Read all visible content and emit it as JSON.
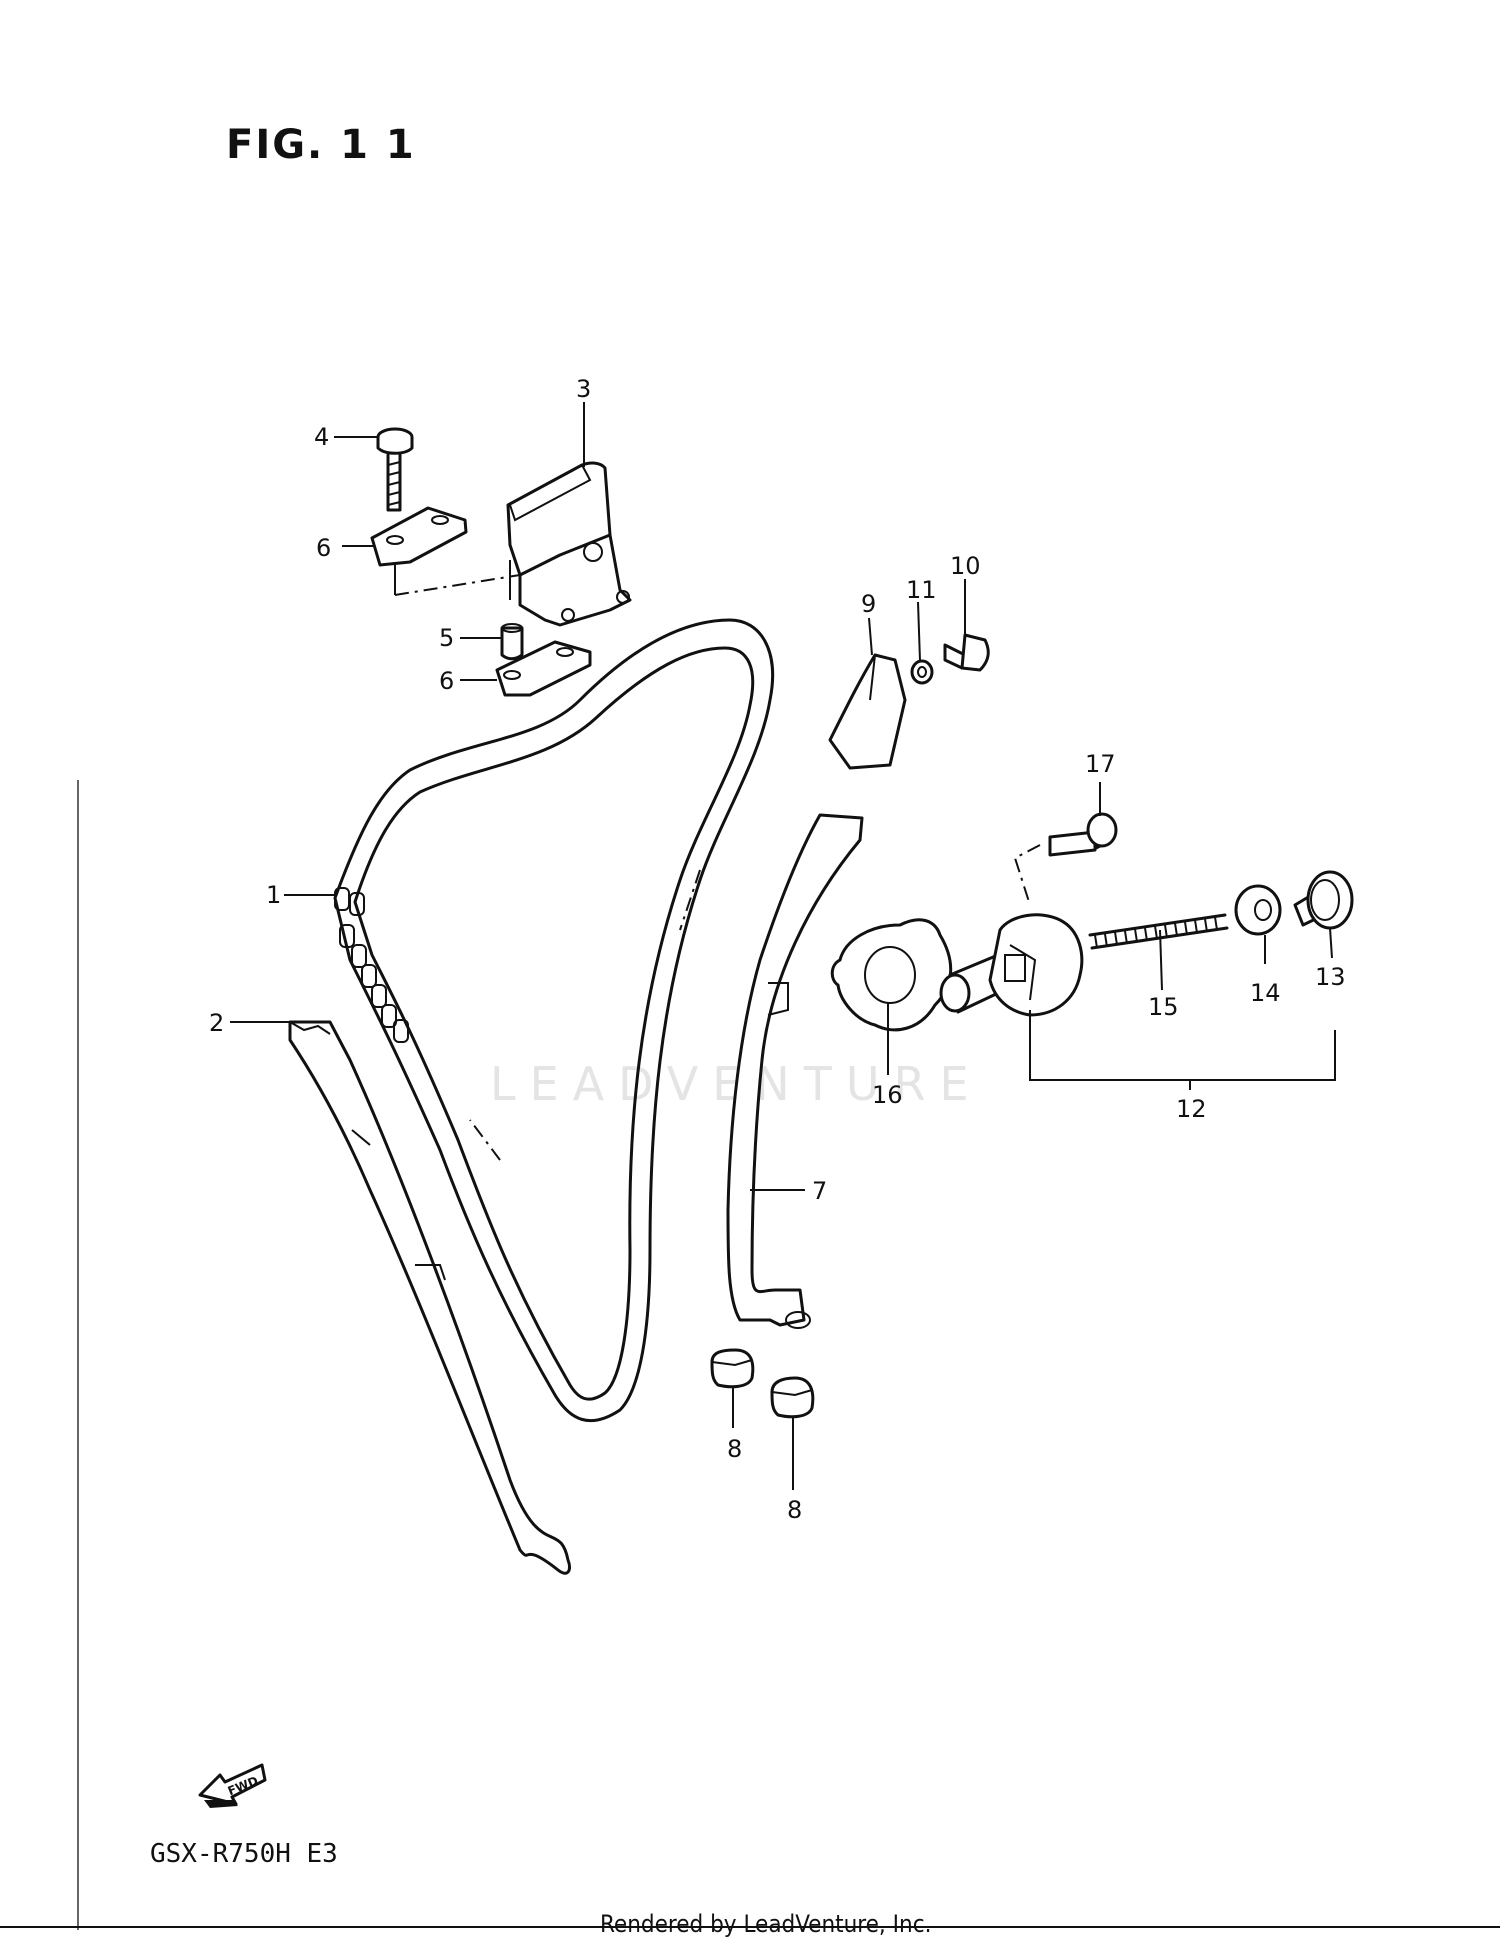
{
  "figure_title": "FIG. 1 1",
  "model_code": "GSX-R750H E3",
  "footer_text": "Rendered by LeadVenture, Inc.",
  "watermark_text": "LEADVENTURE",
  "fwd_label": "FWD",
  "callouts": [
    "1",
    "2",
    "3",
    "4",
    "5",
    "6",
    "6",
    "7",
    "8",
    "8",
    "9",
    "10",
    "11",
    "12",
    "13",
    "14",
    "15",
    "16",
    "17"
  ]
}
